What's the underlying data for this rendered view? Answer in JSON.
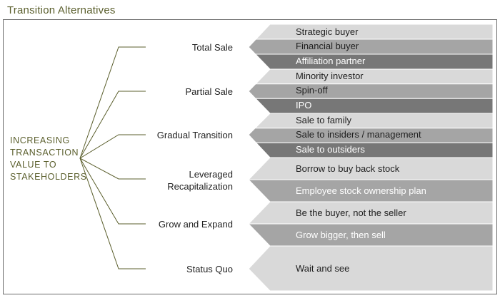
{
  "header": {
    "title": "Transition Alternatives"
  },
  "left_label": {
    "lines": [
      "INCREASING",
      "TRANSACTION",
      "VALUE TO",
      "STAKEHOLDERS"
    ]
  },
  "colors": {
    "accent": "#5b5f2d",
    "band_light": "#d9d9d9",
    "band_mid": "#a5a5a5",
    "band_dark": "#777777",
    "line": "#5b5f2d"
  },
  "categories": [
    {
      "label": "Total Sale",
      "options": [
        "Strategic buyer",
        "Financial buyer",
        "Affiliation partner"
      ]
    },
    {
      "label": "Partial Sale",
      "options": [
        "Minority investor",
        "Spin-off",
        "IPO"
      ]
    },
    {
      "label": "Gradual Transition",
      "options": [
        "Sale to family",
        "Sale to insiders / management",
        "Sale to outsiders"
      ]
    },
    {
      "label": "Leveraged Recapitalization",
      "label_lines": [
        "Leveraged",
        "Recapitalization"
      ],
      "options": [
        "Borrow to buy back stock",
        "Employee stock ownership plan"
      ]
    },
    {
      "label": "Grow and Expand",
      "options": [
        "Be the buyer, not the seller",
        "Grow bigger, then sell"
      ]
    },
    {
      "label": "Status Quo",
      "options": [
        "Wait and see"
      ]
    }
  ]
}
